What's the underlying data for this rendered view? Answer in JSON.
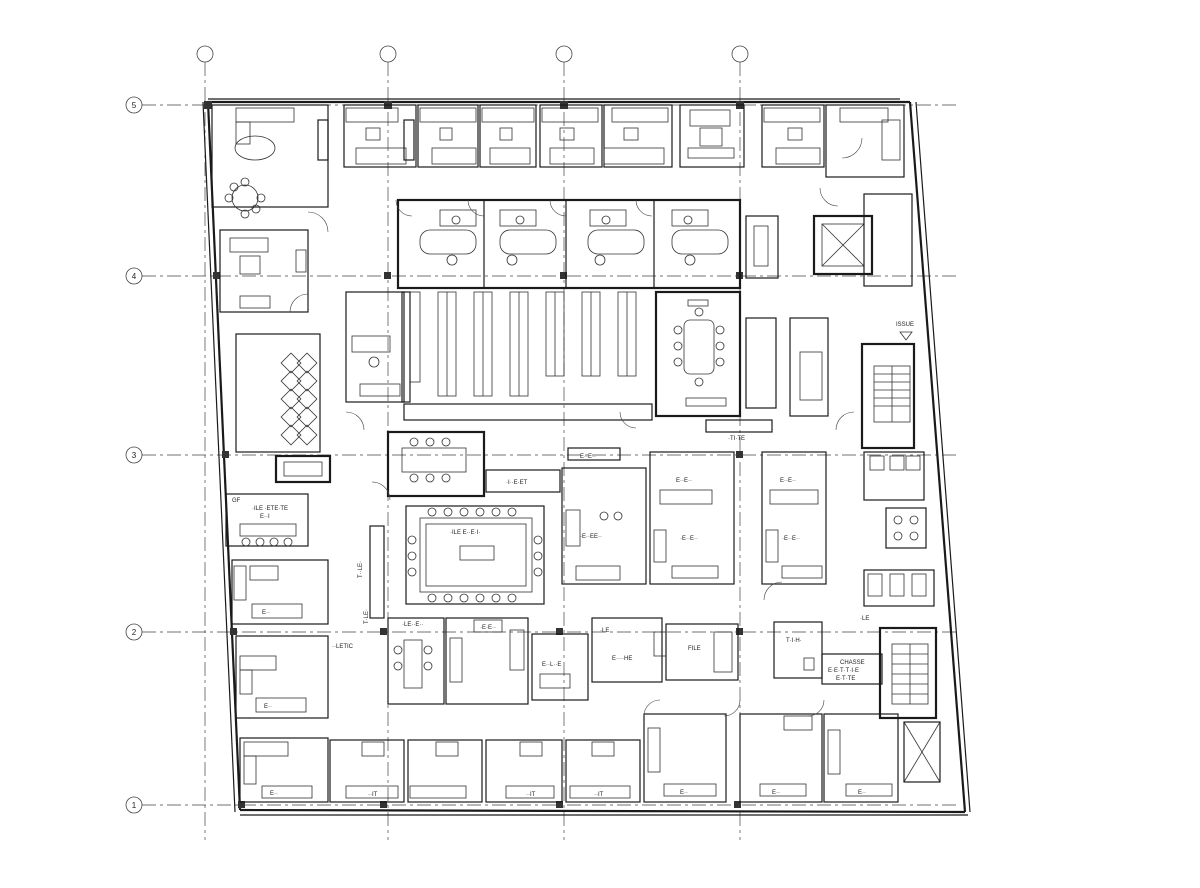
{
  "grid": {
    "columns": [
      "",
      "",
      "",
      ""
    ],
    "rows": [
      "5",
      "4",
      "3",
      "2",
      "1"
    ]
  },
  "labels": {
    "exec_suite": "·ILE ·ETE·TE",
    "exec_suite_sub": "E··I",
    "conference": "·ILE E··E·I·",
    "sheet": "·I··E·ET",
    "rooms_a": "E··E··",
    "rooms_b": "E··E··",
    "office_mid_a": "·E··EE··",
    "office_mid_b": "·E··E··",
    "office_mid_c": "·E··E··",
    "storage": "·E·E··",
    "corridor_label": "E··E··",
    "pantry": "·E··",
    "lobby_a": "·LE··E··",
    "lobby_b": "E··L··E",
    "copy": "E····HE",
    "file": "FILE",
    "toilet": "T·I·H·",
    "chase_a": "CHASSE",
    "chase_b": "E·E·T·T·I·E",
    "chase_c": "E·T·TE",
    "issue": "ISSUE",
    "stair_tag": "·TI·TE",
    "side_a": "T··LE·",
    "side_b": "T·LE·",
    "side_c": "··LETIC",
    "side_d": "·LE",
    "gf": "GF",
    "desk_1": "E··",
    "desk_2": "E··",
    "desk_3": "E··",
    "bottom_1": "··IT",
    "bottom_2": "··IT",
    "bottom_3": "··IT",
    "bottom_4": "E··",
    "bottom_5": "E··",
    "bottom_6": "E··",
    "bottom_7": "E··"
  }
}
